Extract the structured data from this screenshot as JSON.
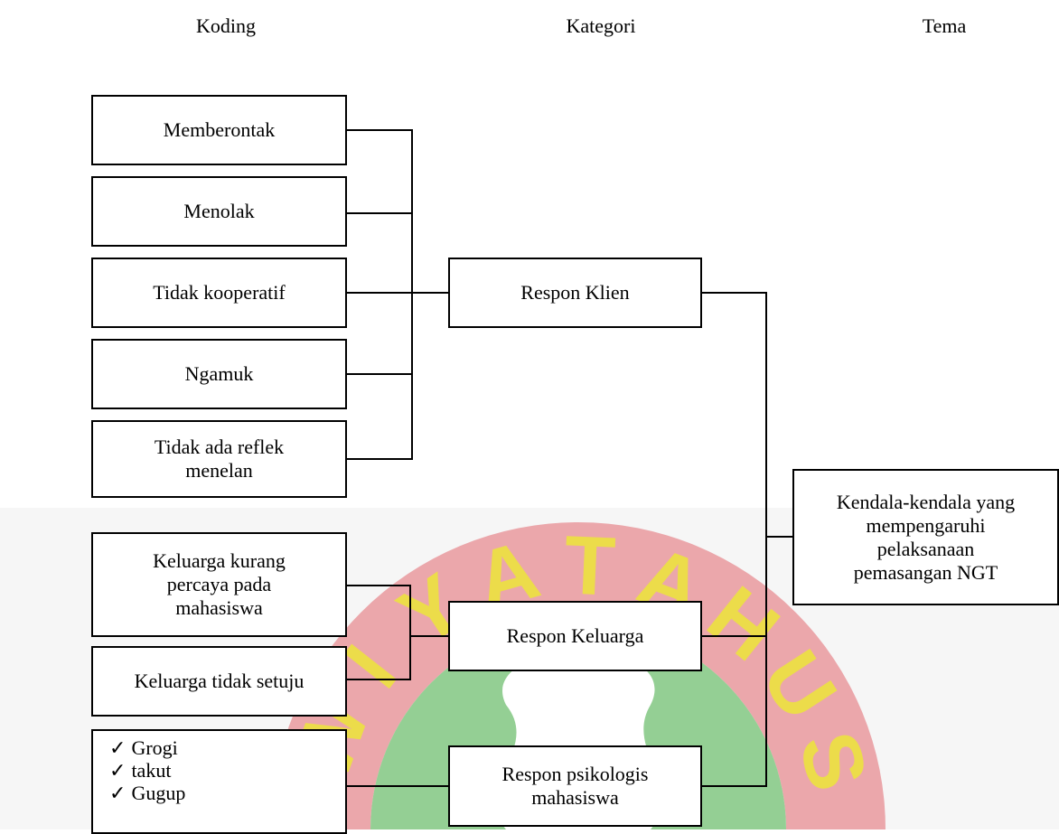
{
  "columns": {
    "koding": "Koding",
    "kategori": "Kategori",
    "tema": "Tema"
  },
  "codes": {
    "memberontak": "Memberontak",
    "menolak": "Menolak",
    "tidak_kooperatif": "Tidak kooperatif",
    "ngamuk": "Ngamuk",
    "tidak_ada_reflek": "Tidak ada reflek\nmenelan",
    "keluarga_kurang_percaya": "Keluarga kurang\npercaya pada\nmahasiswa",
    "keluarga_tidak_setuju": "Keluarga tidak setuju",
    "psikologis_items": [
      "Grogi",
      "takut",
      "Gugup"
    ]
  },
  "categories": {
    "respon_klien": "Respon Klien",
    "respon_keluarga": "Respon Keluarga",
    "respon_psikologis": "Respon psikologis\nmahasiswa"
  },
  "theme": "Kendala-kendala yang\nmempengaruhi\npelaksanaan\npemasangan NGT",
  "watermark": {
    "letters": [
      "W",
      "I",
      "Y",
      "A",
      "T",
      "A",
      "H",
      "U",
      "S"
    ],
    "arc_color": "#e8a0a4",
    "inner_color": "#8fc98f",
    "letter_color": "#e8d84a"
  }
}
